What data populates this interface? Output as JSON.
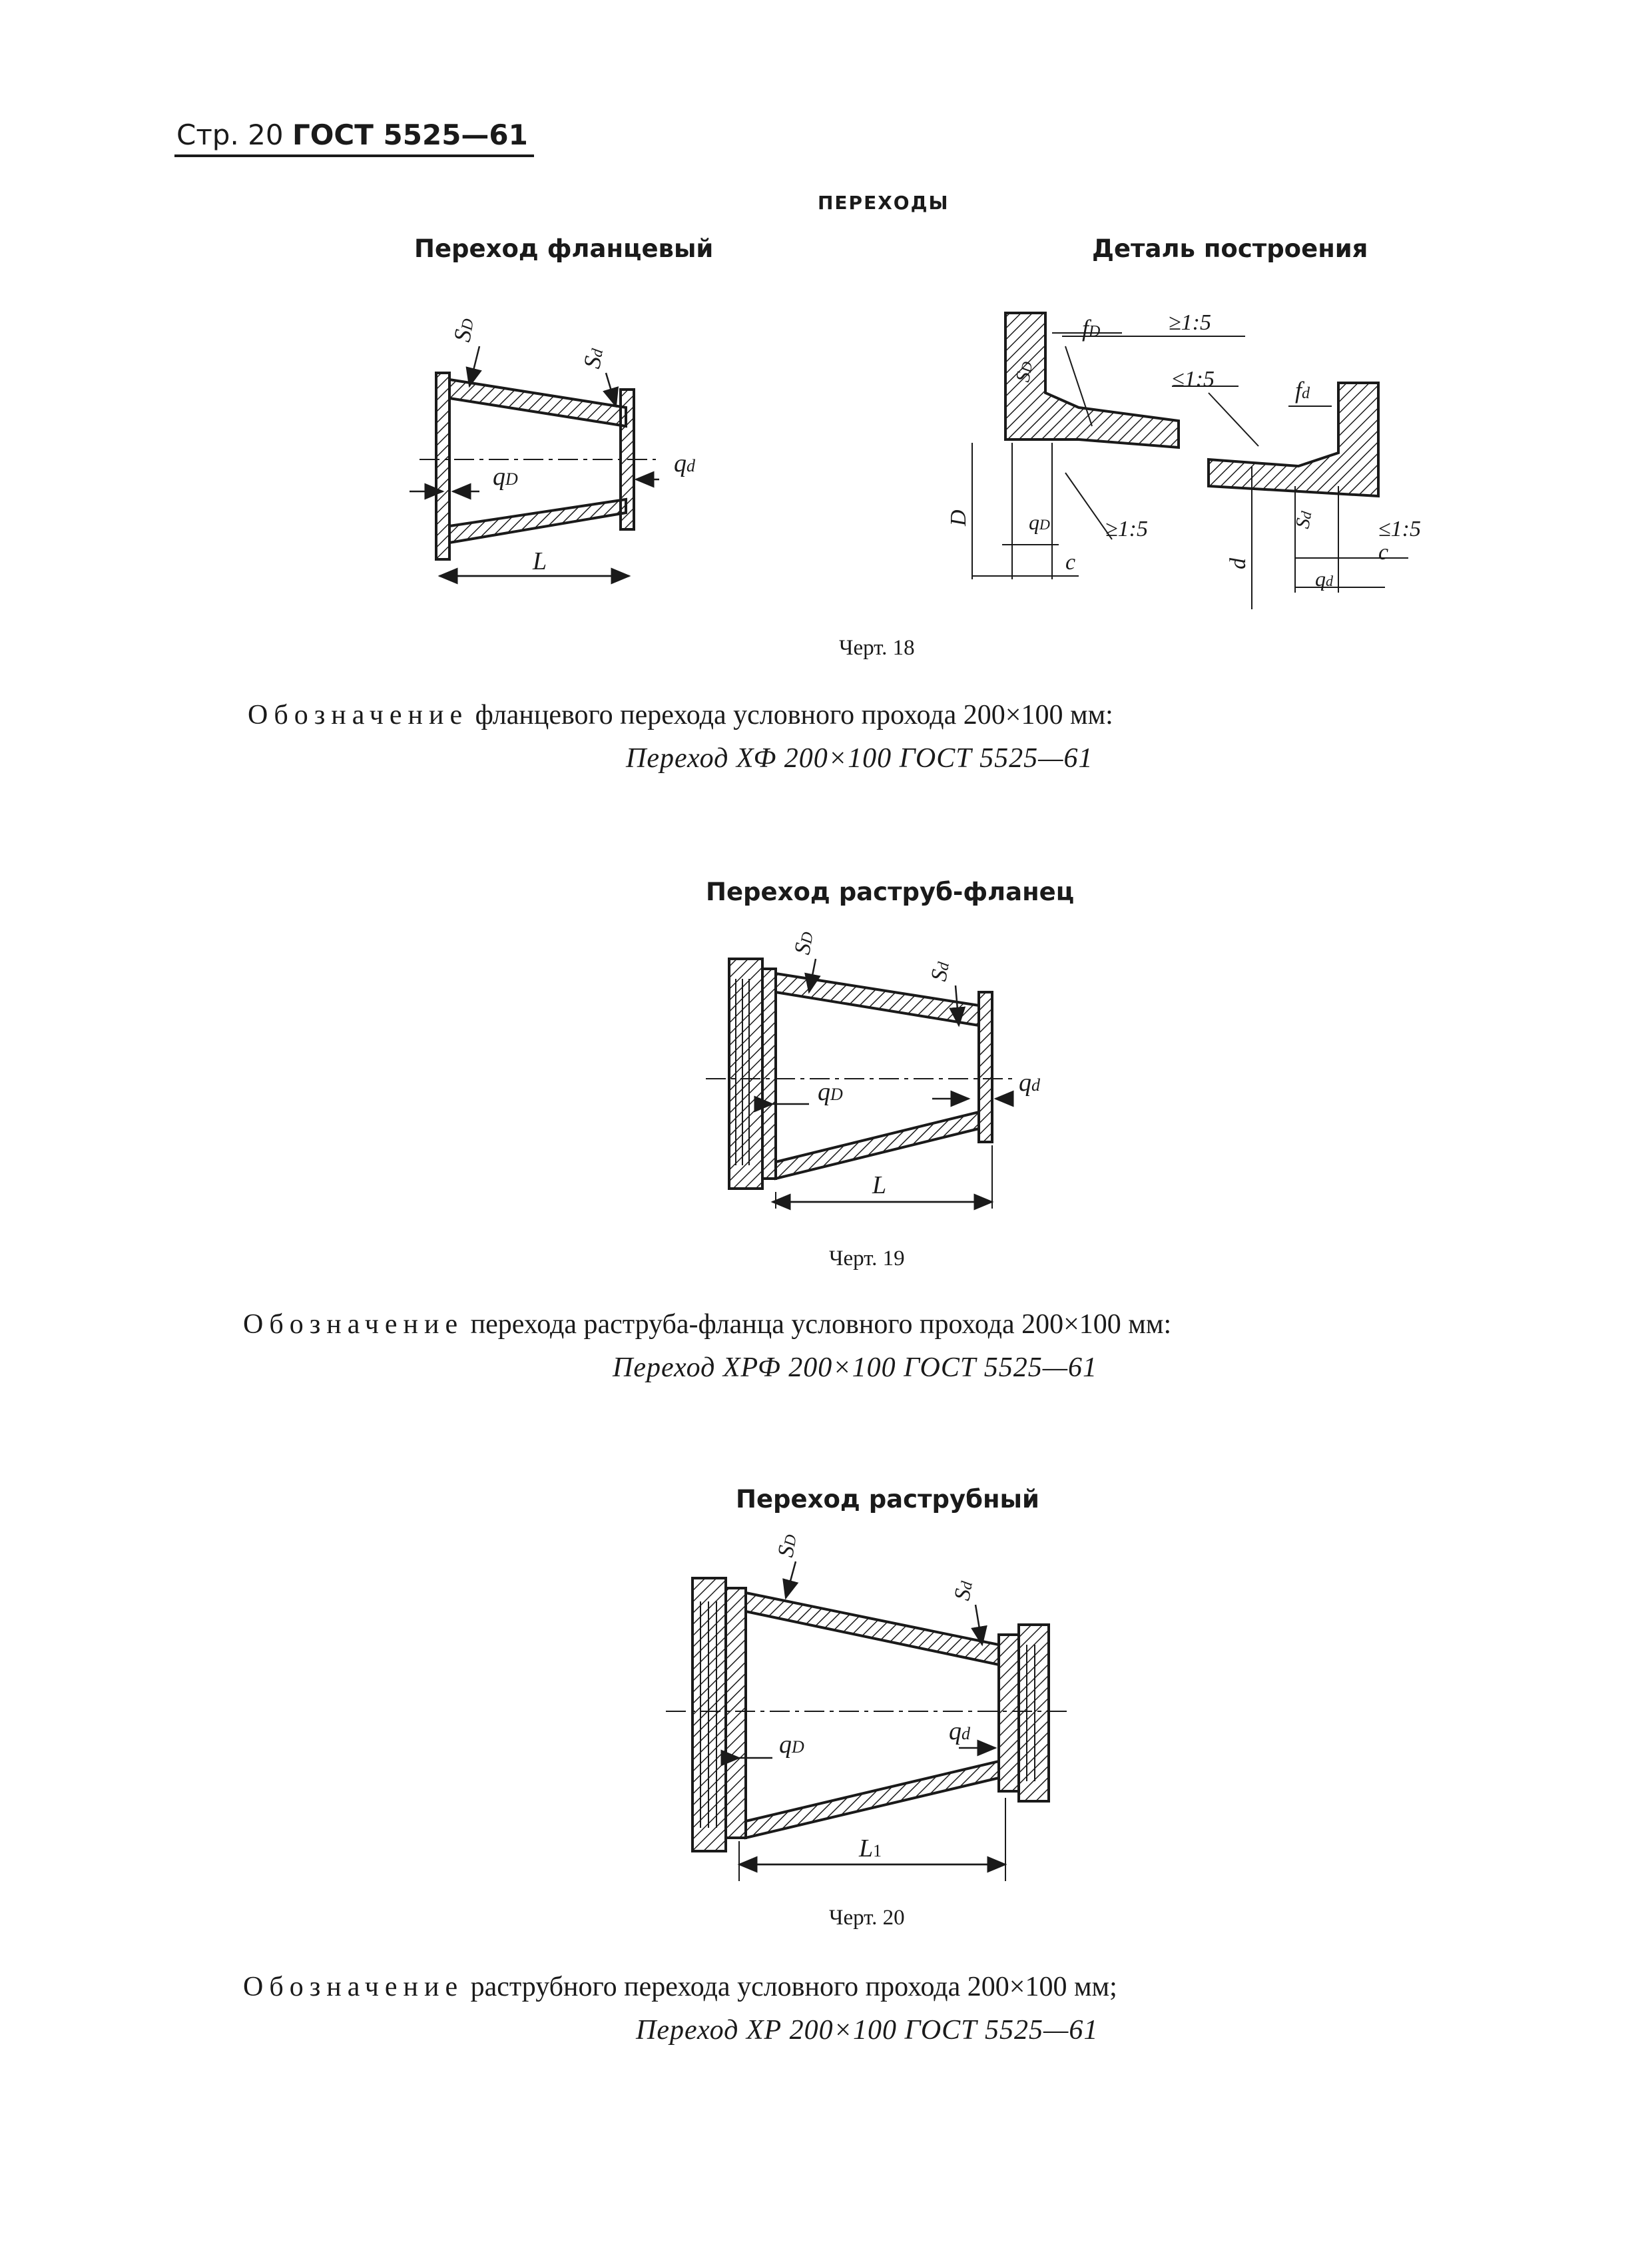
{
  "header": {
    "page": "Стр. 20",
    "standard": "ГОСТ 5525—61"
  },
  "section_title": "ПЕРЕХОДЫ",
  "fig18": {
    "left_title": "Переход фланцевый",
    "right_title": "Деталь построения",
    "caption": "Черт. 18",
    "labels": {
      "sD": "S",
      "sD_sub": "D",
      "sd": "S",
      "sd_sub": "d",
      "qD": "q",
      "qD_sub": "D",
      "qd": "q",
      "qd_sub": "d",
      "L": "L",
      "fD": "f",
      "fD_sub": "D",
      "fd": "f",
      "fd_sub": "d",
      "slope_ge": "≥1:5",
      "slope_le": "≤1:5",
      "D": "D",
      "d": "d",
      "c": "c"
    }
  },
  "desc18": {
    "lead": "Обозначение",
    "rest": "фланцевого перехода условного прохода 200×100 мм:",
    "designation": "Переход ХФ 200×100 ГОСТ 5525—61"
  },
  "fig19": {
    "title": "Переход раструб-фланец",
    "caption": "Черт. 19",
    "labels": {
      "sD": "S",
      "sD_sub": "D",
      "sd": "S",
      "sd_sub": "d",
      "qD": "q",
      "qD_sub": "D",
      "qd": "q",
      "qd_sub": "d",
      "L": "L"
    }
  },
  "desc19": {
    "lead": "Обозначение",
    "rest": "перехода раструба-фланца условного прохода 200×100 мм:",
    "designation": "Переход ХРФ 200×100 ГОСТ 5525—61"
  },
  "fig20": {
    "title": "Переход раструбный",
    "caption": "Черт. 20",
    "labels": {
      "sD": "S",
      "sD_sub": "D",
      "sd": "S",
      "sd_sub": "d",
      "qD": "q",
      "qD_sub": "D",
      "qd": "q",
      "qd_sub": "d",
      "L1": "L",
      "L1_sub": "1"
    }
  },
  "desc20": {
    "lead": "Обозначение",
    "rest": "раструбного перехода условного прохода 200×100 мм;",
    "designation": "Переход ХР 200×100 ГОСТ 5525—61"
  }
}
